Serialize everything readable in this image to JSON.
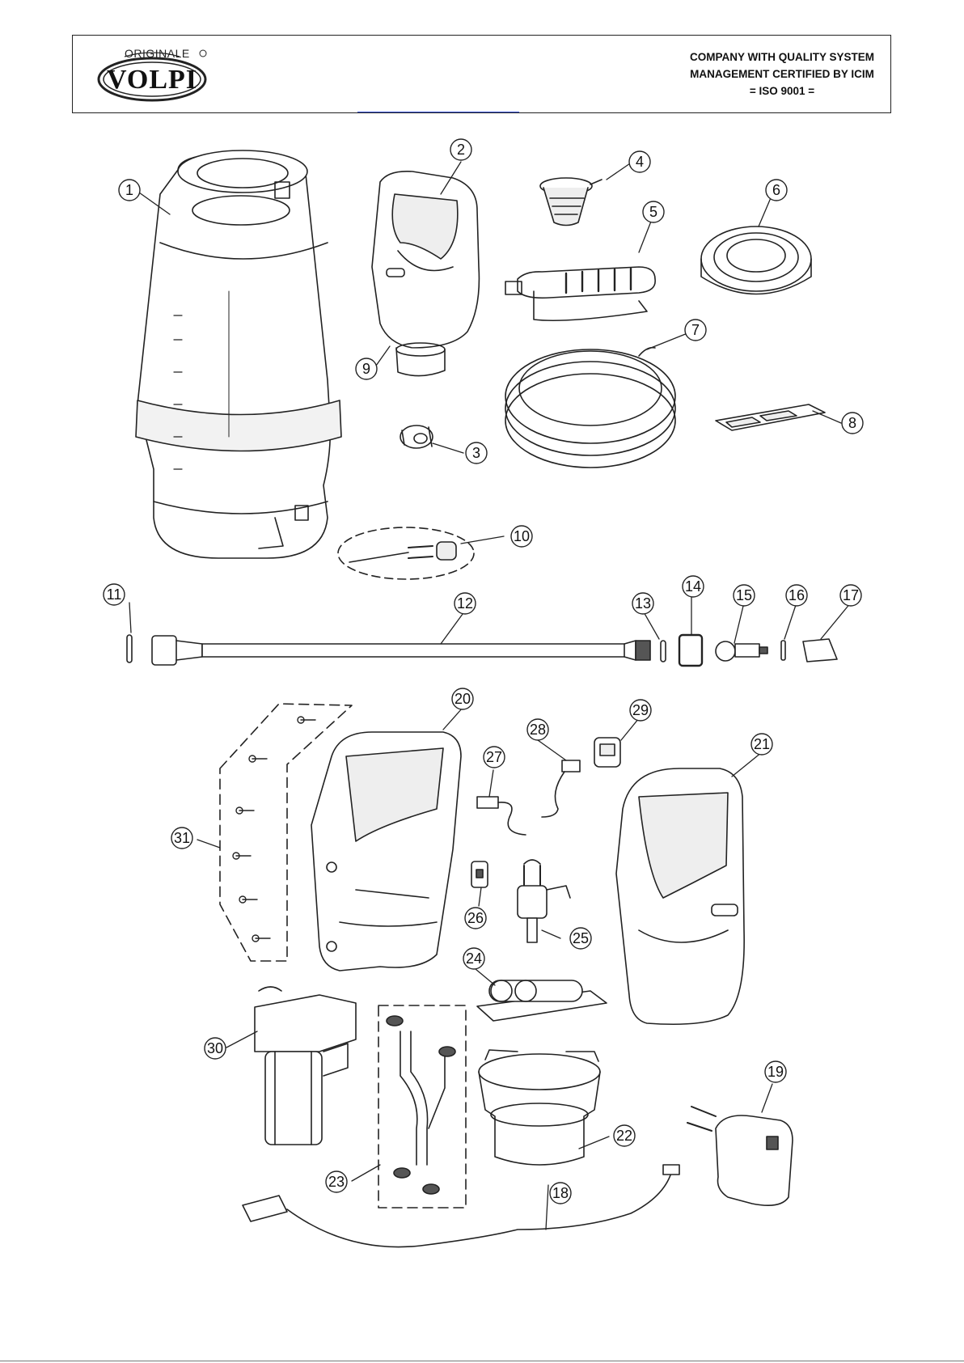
{
  "header": {
    "logo_top_text": "ORIGINALE",
    "logo_main_text": "VOLPI",
    "registered_mark": "®",
    "certification_lines": [
      "COMPANY WITH QUALITY SYSTEM",
      "MANAGEMENT CERTIFIED BY ICIM",
      "= ISO 9001 ="
    ]
  },
  "callouts": [
    "1",
    "2",
    "3",
    "4",
    "5",
    "6",
    "7",
    "8",
    "9",
    "10",
    "11",
    "12",
    "13",
    "14",
    "15",
    "16",
    "17",
    "18",
    "19",
    "20",
    "21",
    "22",
    "23",
    "24",
    "25",
    "26",
    "27",
    "28",
    "29",
    "30",
    "31"
  ],
  "colors": {
    "line": "#222222",
    "fill": "#ffffff",
    "shade": "#e6e6e6",
    "dark": "#333333",
    "link": "#3a55d6"
  },
  "icons": {
    "logo": "volpi-logo-icon"
  }
}
